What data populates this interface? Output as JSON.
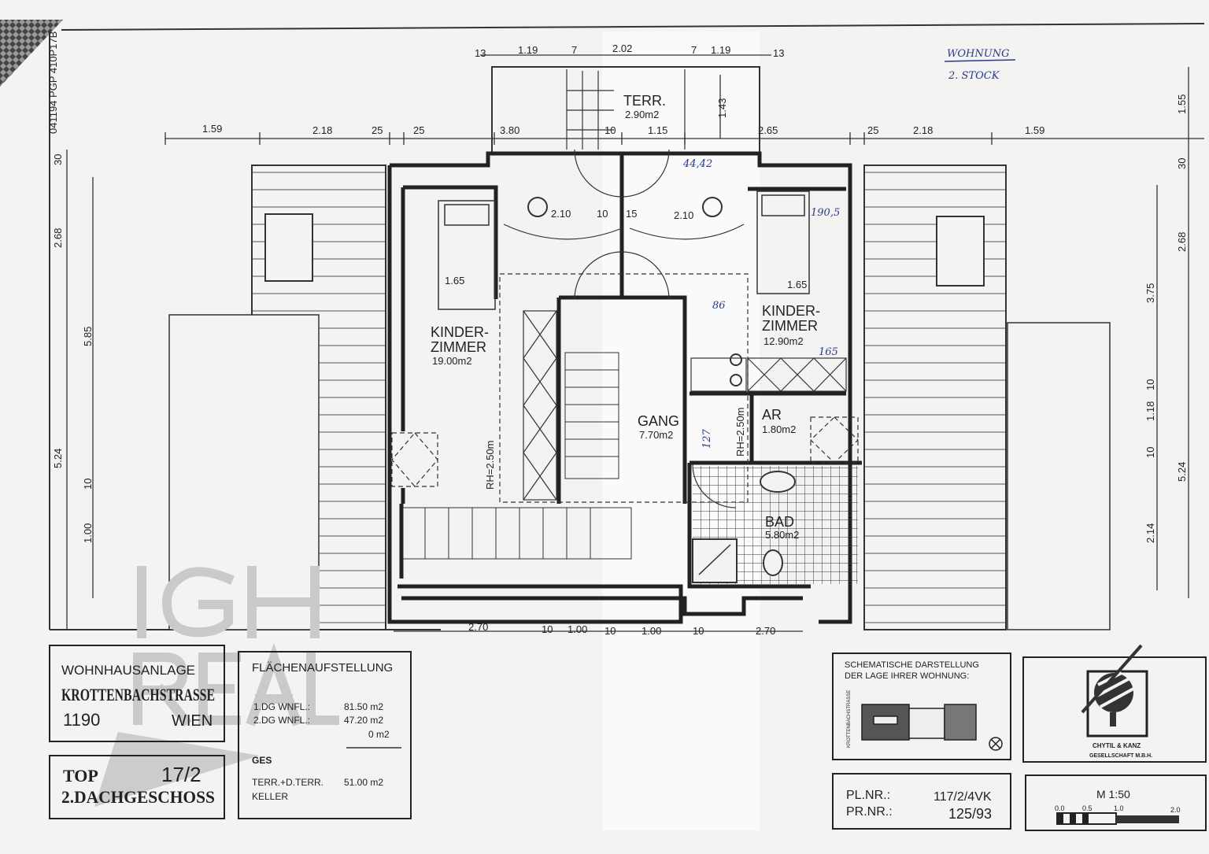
{
  "sheet_code": "041194 PGP 410P17B",
  "handwritten": {
    "title_line1": "WOHNUNG",
    "title_line2": "2. STOCK",
    "note_1": "190,5",
    "note_2": "165",
    "note_3": "127",
    "note_4": "44,42",
    "note_5": "86"
  },
  "dims": {
    "top_row": [
      "13",
      "1.19",
      "7",
      "2.02",
      "7",
      "1.19",
      "13"
    ],
    "second_row": [
      "1.59",
      "2.18",
      "25",
      "25",
      "3.80",
      "10",
      "1.15",
      "2.65",
      "25",
      "2.18",
      "1.59"
    ],
    "bottom_row": [
      "2.70",
      "10",
      "1.00",
      "10",
      "1.00",
      "10",
      "2.70"
    ],
    "left_col": [
      "30",
      "2.68",
      "5.85",
      "5.24",
      "10",
      "1.00"
    ],
    "right_col": [
      "1.55",
      "30",
      "2.68",
      "3.75",
      "10",
      "1.18",
      "10",
      "5.24",
      "2.14"
    ],
    "terrace_depth": "1.43",
    "interior": [
      "2.10",
      "10",
      "2.10",
      "1.65",
      "1.65",
      "15"
    ]
  },
  "rooms": {
    "terrace": {
      "name": "TERR.",
      "area": "2.90m2"
    },
    "kid1": {
      "name1": "KINDER-",
      "name2": "ZIMMER",
      "area": "19.00m2",
      "height": "RH=2.50m"
    },
    "kid2": {
      "name1": "KINDER-",
      "name2": "ZIMMER",
      "area": "12.90m2"
    },
    "gang": {
      "name": "GANG",
      "area": "7.70m2",
      "height": "RH=2.50m"
    },
    "ar": {
      "name": "AR",
      "area": "1.80m2"
    },
    "bad": {
      "name": "BAD",
      "area": "5.80m2"
    }
  },
  "title_block": {
    "project_l1": "WOHNHAUSANLAGE",
    "project_l2": "KROTTENBACHSTRASSE",
    "zip": "1190",
    "city": "WIEN",
    "top_label": "TOP",
    "top_value": "17/2",
    "floor": "2.DACHGESCHOSS",
    "areas_title": "FLÄCHENAUFSTELLUNG",
    "areas": [
      {
        "label": "1.DG WNFL.:",
        "value": "81.50 m2"
      },
      {
        "label": "2.DG WNFL.:",
        "value": "47.20 m2"
      },
      {
        "label": "",
        "value": "0 m2"
      }
    ],
    "total_label": "GES",
    "terr_label": "TERR.+D.TERR.",
    "terr_value": "51.00 m2",
    "cellar_label": "KELLER",
    "schematic_l1": "SCHEMATISCHE DARSTELLUNG",
    "schematic_l2": "DER LAGE IHRER WOHNUNG:",
    "schematic_street": "KROTTENBACHSTRASSE",
    "firm_l1": "CHYTIL & KANZ",
    "firm_l2": "GESELLSCHAFT M.B.H.",
    "plan_label": "PL.NR.:",
    "plan_value": "117/2/4VK",
    "project_label": "PR.NR.:",
    "project_value": "125/93",
    "scale": "M 1:50",
    "scale_ticks": [
      "0.0",
      "0.5",
      "1.0",
      "2.0"
    ]
  },
  "watermark": "IGH REAL"
}
